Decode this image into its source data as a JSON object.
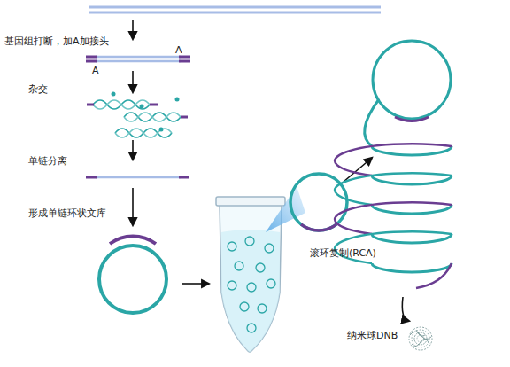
{
  "diagram": {
    "labels": [
      "基因组打断，加A加接头",
      "A",
      "A",
      "杂交",
      "单链分离",
      "形成单链环状文库",
      "滚环复制(RCA)",
      "纳米球DNB"
    ]
  }
}
